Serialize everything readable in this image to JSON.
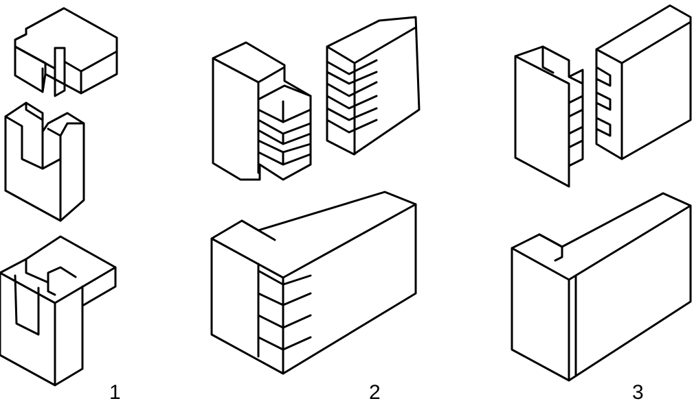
{
  "figure": {
    "labels": {
      "joint_1": "1",
      "joint_2": "2",
      "joint_3": "3"
    }
  }
}
